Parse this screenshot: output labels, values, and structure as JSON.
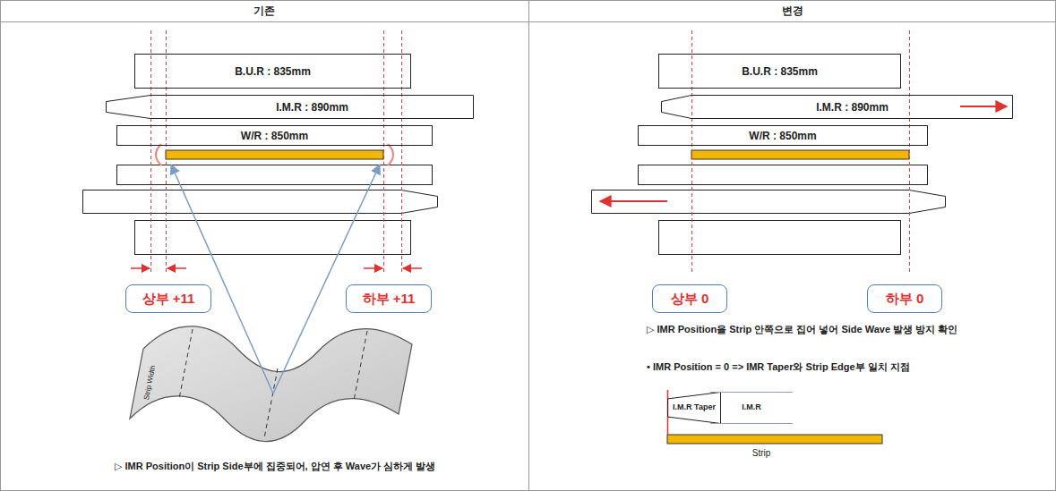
{
  "diagram": {
    "nodes": [
      {
        "text": [
          "기존"
        ]
      },
      {
        "text": [
          "변경"
        ]
      },
      {
        "text": [
          "B.U.R : 835mm"
        ]
      },
      {
        "text": [
          "I.M.R : 890mm"
        ]
      },
      {
        "text": [
          "W/R : 850mm"
        ]
      },
      {
        "text": [
          "상부 +11"
        ]
      },
      {
        "text": [
          "하부 +11"
        ]
      },
      {
        "text": [
          "B.U.R : 835mm"
        ]
      },
      {
        "text": [
          "I.M.R : 890mm"
        ]
      },
      {
        "text": [
          "W/R : 850mm"
        ]
      },
      {
        "text": [
          "상부 0"
        ]
      },
      {
        "text": [
          "하부 0"
        ]
      },
      {
        "text": [
          "I.M.R Taper"
        ]
      },
      {
        "text": [
          "I.M.R"
        ]
      }
    ],
    "labels": [
      "Strip Width",
      "▷ IMR Position이 Strip Side부에 집중되어, 압연 후 Wave가 심하게 발생",
      "▷ IMR Position을 Strip 안쪽으로 집어 넣어 Side Wave 발생 방지 확인",
      "• IMR Position = 0 => IMR Taper와 Strip Edge부 일치 지점",
      "Strip"
    ]
  }
}
